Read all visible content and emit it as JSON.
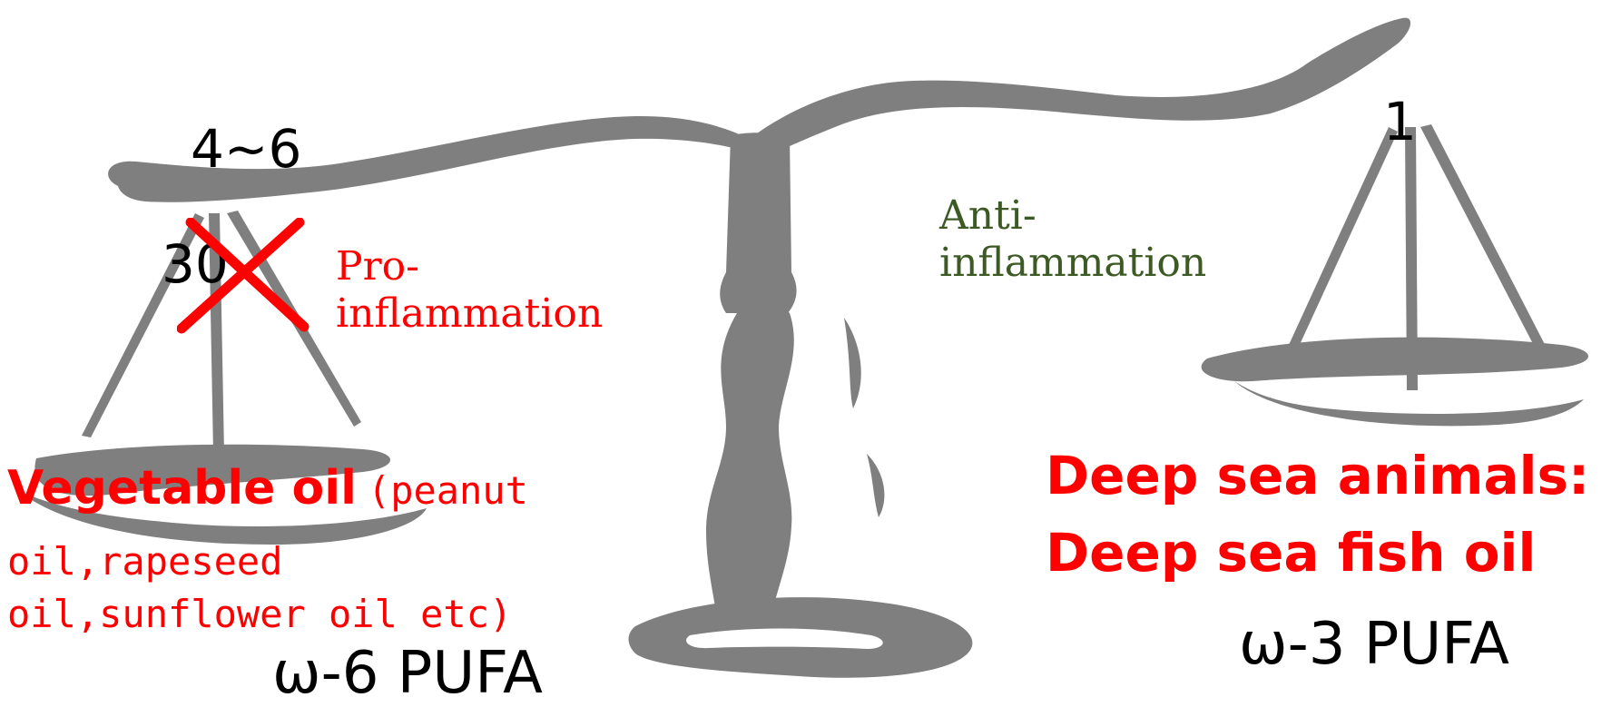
{
  "colors": {
    "scale": "#7f7f7f",
    "red": "#ff0000",
    "green": "#3d5a25",
    "black": "#000000"
  },
  "left_pan": {
    "ratio_recommended": "4~6",
    "ratio_actual": "30",
    "effect": "Pro-\ninflammation",
    "source_bold": "Vegetable oil",
    "source_detail_line1": "(peanut",
    "source_detail_line2": "oil,rapeseed",
    "source_detail_line3": "oil,sunflower oil etc)",
    "type": "ω-6 PUFA"
  },
  "right_pan": {
    "ratio": "1",
    "effect": "Anti-\ninflammation",
    "source_line1": "Deep sea animals:",
    "source_line2": "Deep sea fish oil",
    "type": "ω-3 PUFA"
  },
  "icons": {
    "scale": "balance-scale-icon",
    "cross": "cross-out-icon"
  }
}
